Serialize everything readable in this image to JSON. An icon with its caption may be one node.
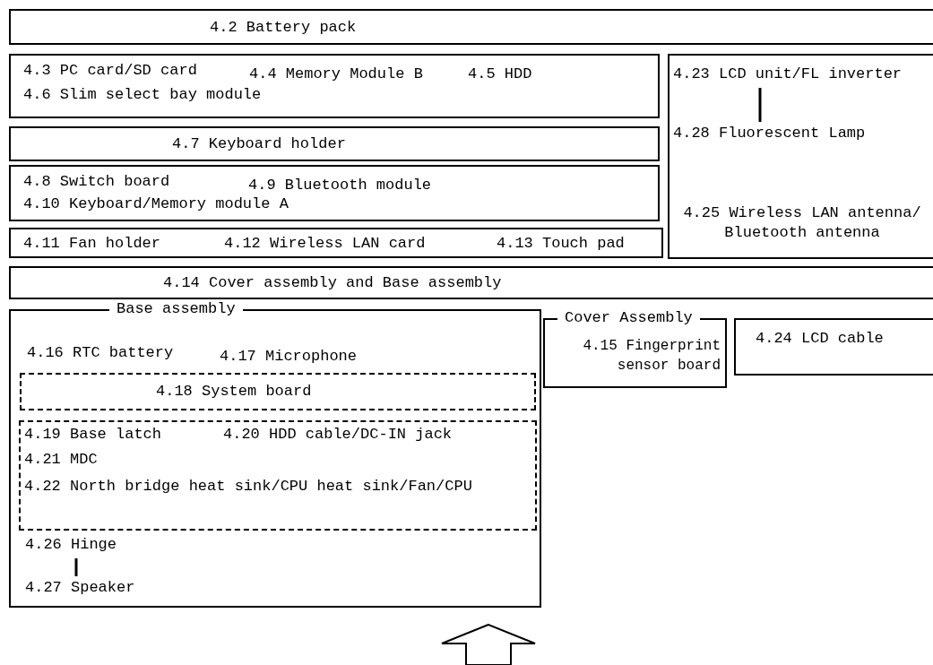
{
  "diagram": {
    "nodes": [
      {
        "text": [
          "4.2 Battery pack"
        ]
      },
      {
        "text": [
          "4.3 PC card/SD card",
          "4.4 Memory Module B",
          "4.5 HDD",
          "4.6 Slim select bay module"
        ]
      },
      {
        "text": [
          "4.7 Keyboard holder"
        ]
      },
      {
        "text": [
          "4.8 Switch board",
          "4.9 Bluetooth module",
          "4.10 Keyboard/Memory module A"
        ]
      },
      {
        "text": [
          "4.11 Fan holder",
          "4.12 Wireless LAN card",
          "4.13 Touch pad"
        ]
      },
      {
        "text": [],
        "shape": "box"
      },
      {
        "text": [
          "4.23 LCD unit/FL inverter"
        ],
        "in": 5
      },
      {
        "text": [
          "4.28 Fluorescent Lamp"
        ],
        "in": 5
      },
      {
        "text": [
          "4.25 Wireless LAN antenna/ Bluetooth antenna"
        ],
        "in": 5
      },
      {
        "text": [
          "4.14 Cover assembly and Base assembly"
        ]
      },
      {
        "text": [
          "Base assembly",
          "4.16 RTC battery",
          "4.17 Microphone"
        ]
      },
      {
        "text": [
          "4.18 System board"
        ],
        "in": 10
      },
      {
        "text": [
          "4.19 Base latch",
          "4.20 HDD cable/DC-IN jack",
          "4.21 MDC",
          "4.22 North bridge heat sink/CPU heat sink/Fan/CPU"
        ],
        "in": 10
      },
      {
        "text": [
          "4.26 Hinge"
        ],
        "in": 10
      },
      {
        "text": [
          "4.27 Speaker"
        ],
        "in": 10
      },
      {
        "text": [
          "Cover Assembly",
          "4.15 Fingerprint sensor board"
        ]
      },
      {
        "text": [
          "4.24 LCD cable"
        ]
      }
    ],
    "edges": [
      {
        "from": 6,
        "to": 7,
        "arrow": "none"
      },
      {
        "from": 13,
        "to": 14,
        "arrow": "none"
      }
    ]
  }
}
